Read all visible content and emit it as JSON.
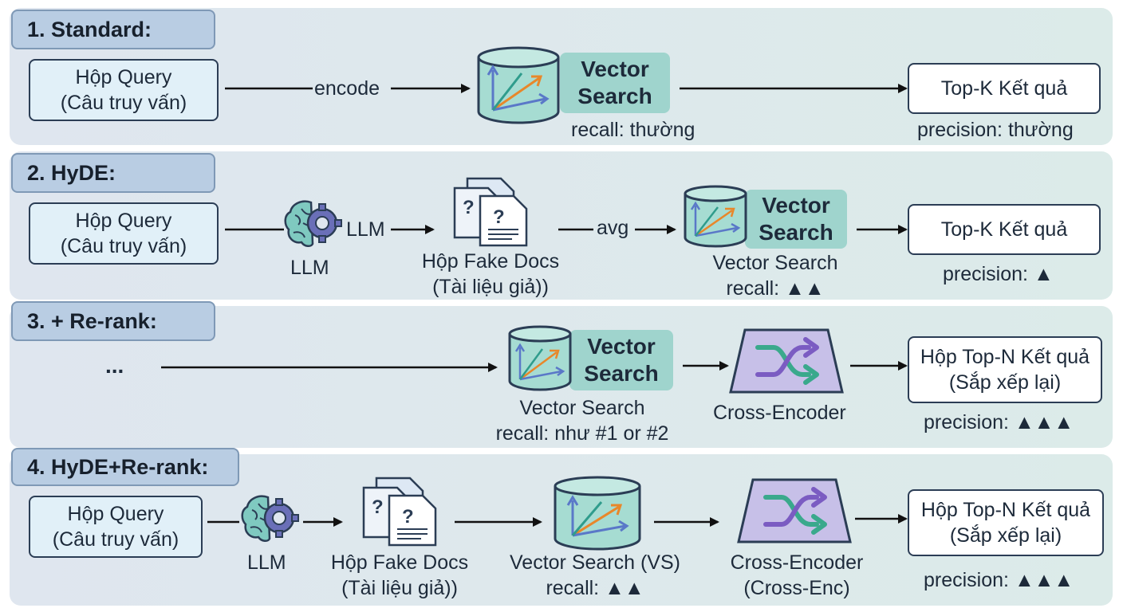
{
  "rows": {
    "standard": {
      "title": "1. Standard:",
      "query": [
        "Hộp Query",
        "(Câu truy vấn)"
      ],
      "arrow_label": "encode",
      "vector_search": [
        "Vector",
        "Search"
      ],
      "recall": "recall: thường",
      "result": "Top-K Kết quả",
      "precision": "precision: thường"
    },
    "hyde": {
      "title": "2. HyDE:",
      "query": [
        "Hộp Query",
        "(Câu truy vấn)"
      ],
      "llm_label": "LLM",
      "arrow_llm_label": "LLM",
      "fake_docs": [
        "Hộp Fake Docs",
        "(Tài liệu giả))"
      ],
      "arrow_avg_label": "avg",
      "vector_search": [
        "Vector",
        "Search"
      ],
      "vs_caption": [
        "Vector Search",
        "recall: ▲▲"
      ],
      "result": "Top-K Kết quả",
      "precision": "precision: ▲"
    },
    "rerank": {
      "title": "3. + Re-rank:",
      "ellipsis": "...",
      "vector_search": [
        "Vector",
        "Search"
      ],
      "vs_caption": [
        "Vector Search",
        "recall: như #1 or #2"
      ],
      "cross_encoder": "Cross-Encoder",
      "result": [
        "Hộp Top-N Kết quả",
        "(Sắp xếp lại)"
      ],
      "precision": "precision: ▲▲▲"
    },
    "hyde_rerank": {
      "title": "4. HyDE+Re-rank:",
      "query": [
        "Hộp Query",
        "(Câu truy vấn)"
      ],
      "llm_label": "LLM",
      "fake_docs": [
        "Hộp Fake Docs",
        "(Tài liệu giả))"
      ],
      "vs_caption": [
        "Vector Search (VS)",
        "recall: ▲▲"
      ],
      "cross_encoder": [
        "Cross-Encoder",
        "(Cross-Enc)"
      ],
      "result": [
        "Hộp Top-N Kết quả",
        "(Sắp xếp lại)"
      ],
      "precision": "precision: ▲▲▲"
    }
  },
  "colors": {
    "panel_bg": "#e4ecf3",
    "title_tab": "#b9cde3",
    "query_fill": "#e1f0f8",
    "cylinder_fill": "#a6dcd2",
    "cylinder_stroke": "#2b3d55",
    "vs_tag": "#9fd4cd",
    "cross_encoder_fill": "#c7c0e8",
    "arrow_orange": "#e8872a",
    "arrow_blue": "#5a78c8",
    "arrow_teal": "#2f9c8c",
    "shuffle_purple": "#7b5cc2",
    "shuffle_teal": "#3aa98c"
  },
  "icons": [
    "cylinder-database-icon",
    "vector-arrows-icon",
    "brain-gear-icon",
    "question-documents-icon",
    "shuffle-icon"
  ]
}
